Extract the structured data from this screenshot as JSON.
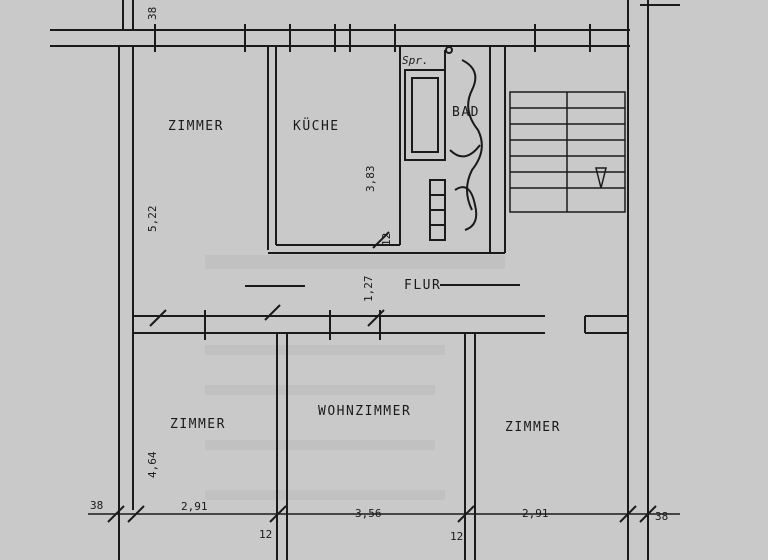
{
  "rooms": {
    "zimmer_top": "ZIMMER",
    "kueche": "KÜCHE",
    "bad": "BAD",
    "flur": "FLUR",
    "zimmer_bottom_left": "ZIMMER",
    "wohnzimmer": "WOHNZIMMER",
    "zimmer_bottom_right": "ZIMMER"
  },
  "annotations": {
    "spr": "Spr."
  },
  "dimensions": {
    "top_wall": "38",
    "zimmer_height": "5,22",
    "kueche_height": "3,83",
    "kueche_wall": "12",
    "flur_width": "1,27",
    "lower_height": "4,64",
    "left_wall": "38",
    "w_zimmer_left": "2,91",
    "wall_1": "12",
    "w_wohnzimmer": "3,56",
    "wall_2": "12",
    "w_zimmer_right": "2,91",
    "right_wall": "38"
  },
  "colors": {
    "paper": "#c9c9c9",
    "ink": "#1a1a1a"
  }
}
